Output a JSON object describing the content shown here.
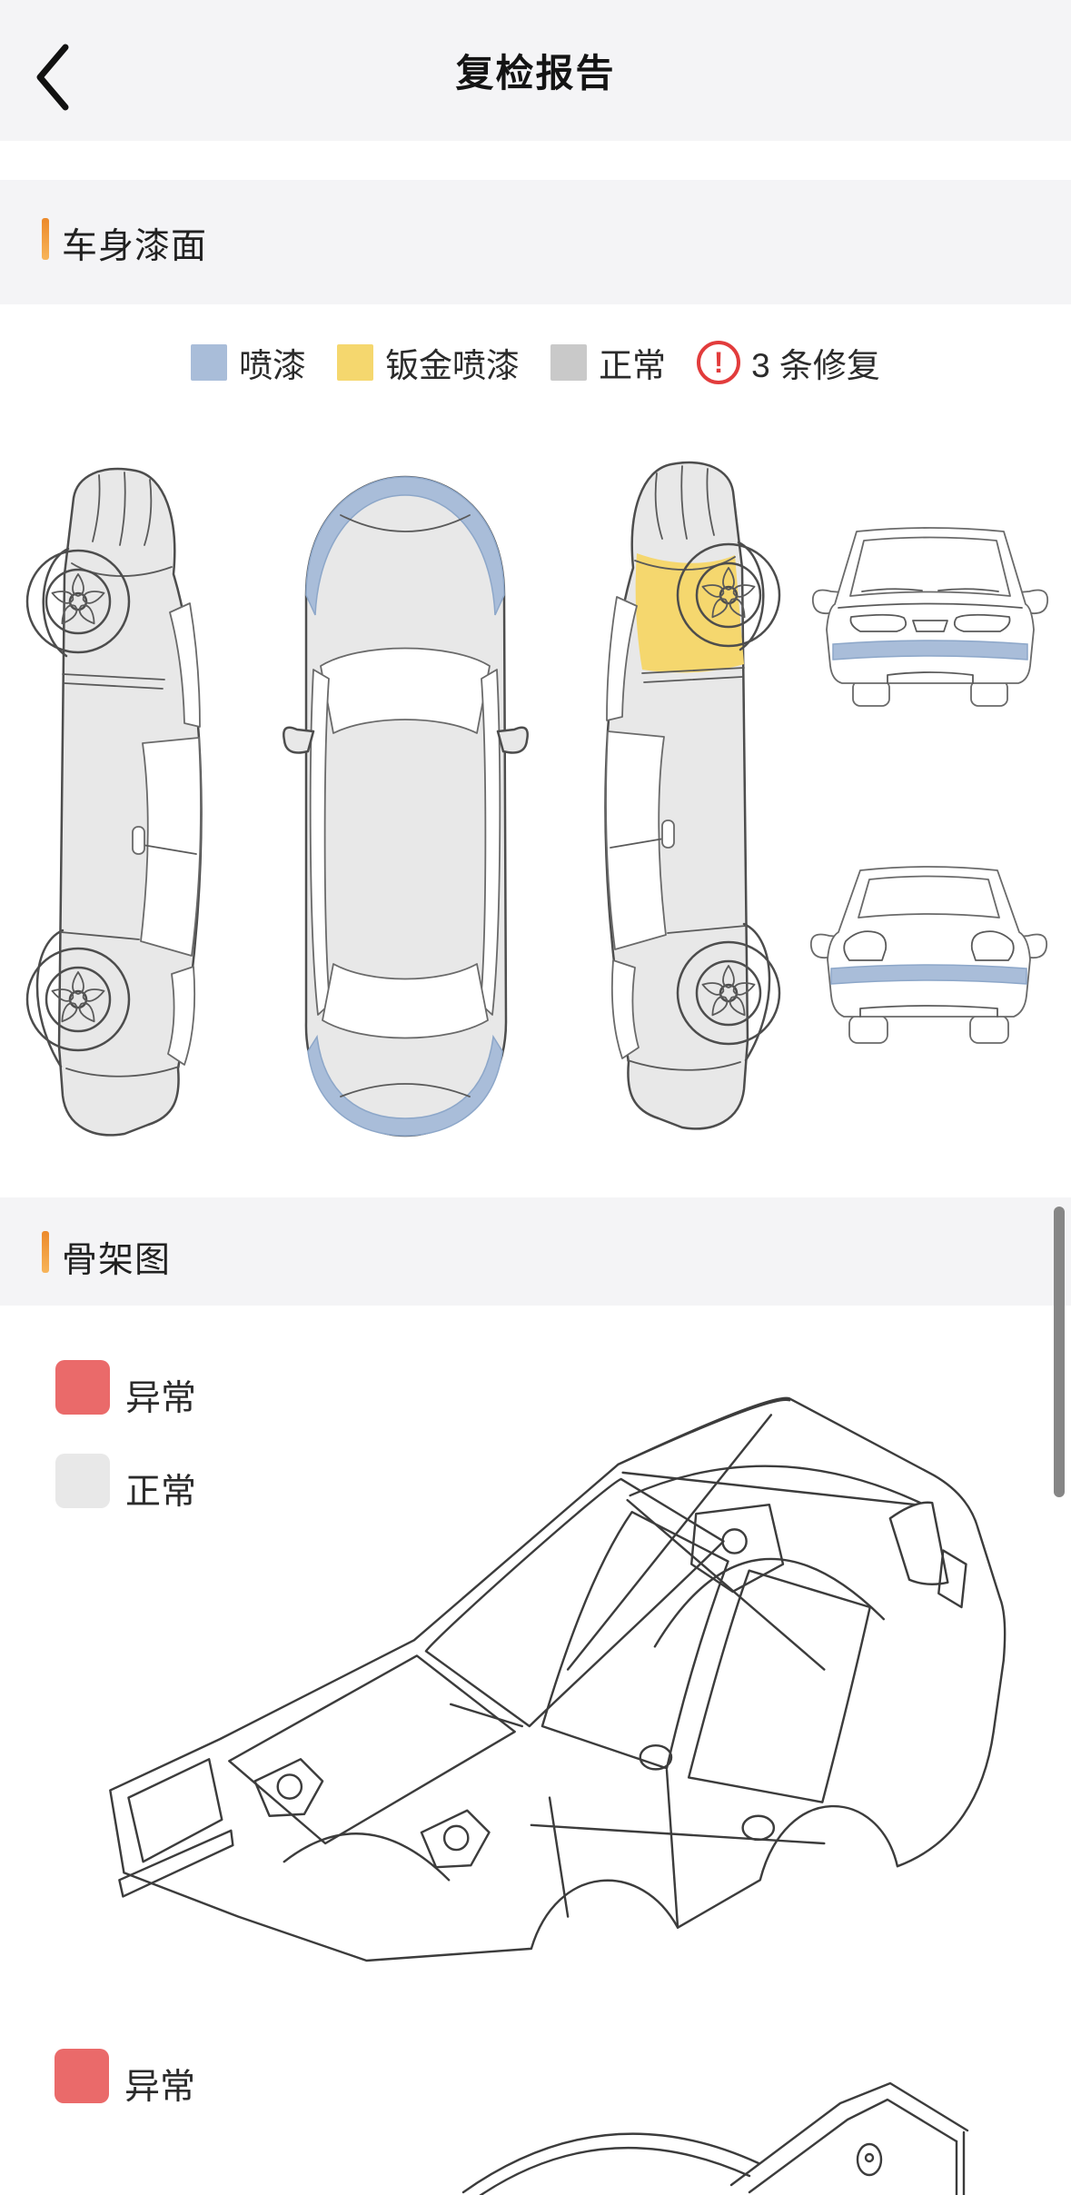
{
  "header": {
    "title": "复检报告",
    "back_icon": "chevron-left"
  },
  "paint_section": {
    "title": "车身漆面",
    "legend": [
      {
        "label": "喷漆",
        "color": "#a9bdd9"
      },
      {
        "label": "钣金喷漆",
        "color": "#f5d76e"
      },
      {
        "label": "正常",
        "color": "#c9c9c9"
      }
    ],
    "repair_note": {
      "icon": "warning-circle",
      "text": "3 条修复",
      "color": "#e23c3c"
    },
    "highlights": {
      "spray_paint_blue": [
        "top-view-front-bumper",
        "top-view-rear-bumper",
        "front-view-bumper-strip",
        "rear-view-bumper-strip"
      ],
      "sheet_metal_yellow": [
        "right-side-front-fender"
      ]
    }
  },
  "skeleton_section": {
    "title": "骨架图",
    "legend": {
      "abnormal": {
        "label": "异常",
        "color": "#ea6a6a"
      },
      "normal": {
        "label": "正常",
        "color": "#e8e8e8"
      }
    }
  },
  "accent_color": "#f09a3c",
  "scrollbar_color": "#868686"
}
